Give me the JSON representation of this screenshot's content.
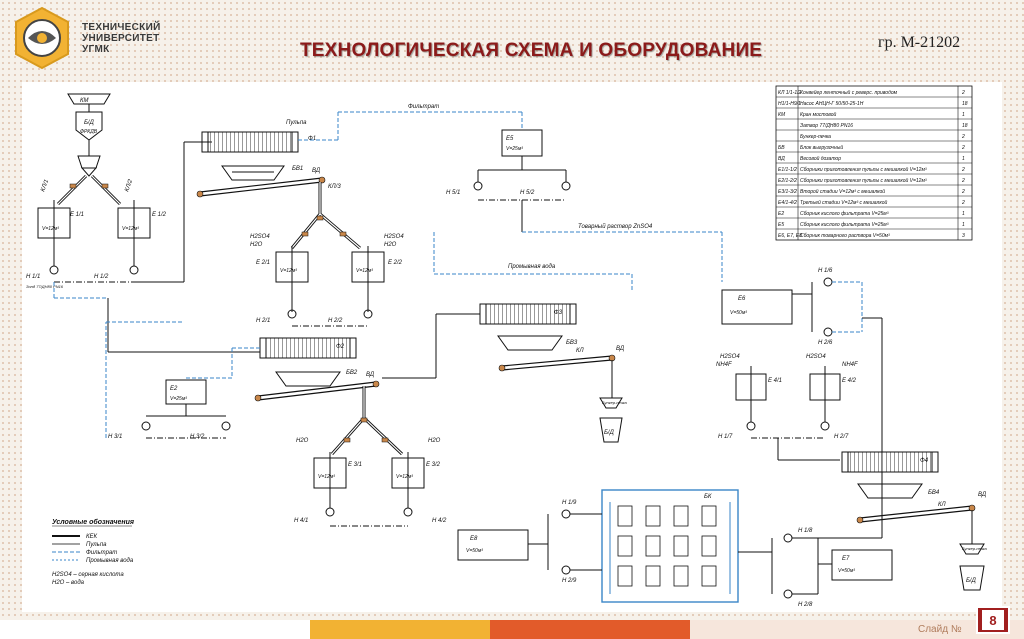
{
  "header": {
    "university_lines": [
      "ТЕХНИЧЕСКИЙ",
      "УНИВЕРСИТЕТ",
      "УГМК"
    ],
    "title": "ТЕХНОЛОГИЧЕСКАЯ СХЕМА И ОБОРУДОВАНИЕ",
    "group": "гр. М-21202"
  },
  "colors": {
    "title": "#8b1a1a",
    "cake_line": "#111111",
    "pulp_line": "#444444",
    "filtrate_line": "#3a86c8",
    "wash_water_line": "#3a86c8",
    "footer_red": "#a11f1f",
    "footer_yellow": "#f2b233"
  },
  "diagram": {
    "labels": {
      "km": "КМ",
      "bd": "Б/Д",
      "frkdv": "ФРКДВ",
      "filtrate": "Фильтрат",
      "wash_water": "Промывная вода",
      "product_solution": "Товарный раствор ZnSO4",
      "pulp": "Пульпа",
      "ks1": "КЛ/1",
      "ks2": "КЛ/2",
      "ks3": "КЛ/3",
      "ev1": "Е 1/1",
      "ev2": "Е 1/2",
      "e21": "Е 2/1",
      "e22": "Е 2/2",
      "e31": "Е 3/1",
      "e32": "Е 3/2",
      "e41": "Е 4/1",
      "e42": "Е 4/2",
      "e5": "Е5",
      "e6": "Е6",
      "e7": "Е7",
      "e8": "Е8",
      "e2_tank": "Е2",
      "v12": "V=12м³",
      "v25": "V=25м³",
      "v50": "V=50м³",
      "f1": "Ф1",
      "f2": "Ф2",
      "f3": "Ф3",
      "f4": "Ф4",
      "bv1": "БВ1",
      "bv2": "БВ2",
      "bv3": "БВ3",
      "bv4": "БВ4",
      "vd": "ВД",
      "bk": "БК",
      "h2so4": "H2SO4",
      "h2o": "H2O",
      "nh4": "NH4F",
      "n11": "Н 1/1",
      "n12": "Н 1/2",
      "n21": "Н 2/1",
      "n22": "Н 2/2",
      "n31": "Н 3/1",
      "n32": "Н 3/2",
      "n41": "Н 4/1",
      "n42": "Н 4/2",
      "n51": "Н 5/1",
      "n52": "Н 5/2",
      "n16": "Н 1/6",
      "n26": "Н 2/6",
      "n17": "Н 1/7",
      "n27": "Н 2/7",
      "n18": "Н 1/8",
      "n28": "Н 2/8",
      "n19": "Н 1/9",
      "n29": "Н 2/9",
      "hopper": "Бункер-печка",
      "tank_vol": "Зонд 77/ДН80 PN16",
      "ks_auto": "КЛ"
    },
    "legend": {
      "title": "Условные обозначения",
      "items": [
        "КЕК",
        "Пульпа",
        "Фильтрат",
        "Промывная вода"
      ],
      "notes": [
        "H2SO4 – серная кислота",
        "H2O – вода"
      ]
    },
    "spec_table": {
      "rows": [
        [
          "КЛ 1/1-1/2",
          "Конвейер ленточный с реверс. приводом",
          "2"
        ],
        [
          "Н1/1-Н9/1",
          "Насос АНЦН-Г 50/50-25-1Н",
          "18"
        ],
        [
          "КМ",
          "Кран мостовой",
          "1"
        ],
        [
          "",
          "Затвор 77/ДН80 PN16",
          "18"
        ],
        [
          "",
          "Бункер-печка",
          "2"
        ],
        [
          "БВ",
          "Блок выгрузочный",
          "2"
        ],
        [
          "ВД",
          "Весовой дозатор",
          "1"
        ],
        [
          "Е1/1-1/2",
          "Сборники приготовления пульпы с мешалкой V=12м³",
          "2"
        ],
        [
          "Е2/1-2/2",
          "Сборники приготовления пульпы с мешалкой V=12м³",
          "2"
        ],
        [
          "Е3/1-3/2",
          "Второй стадии V=12м³ с мешалкой",
          "2"
        ],
        [
          "Е4/1-4/2",
          "Третьей стадии V=12м³ с мешалкой",
          "2"
        ],
        [
          "Е2",
          "Сборник кислого фильтрата V=25м³",
          "1"
        ],
        [
          "Е5",
          "Сборник кислого фильтрата V=25м³",
          "1"
        ],
        [
          "Е6, Е7, Е8",
          "Сборник товарного раствора V=50м³",
          "3"
        ]
      ]
    }
  },
  "footer": {
    "slide_number": "8",
    "slide_caption": "Слайд №"
  }
}
